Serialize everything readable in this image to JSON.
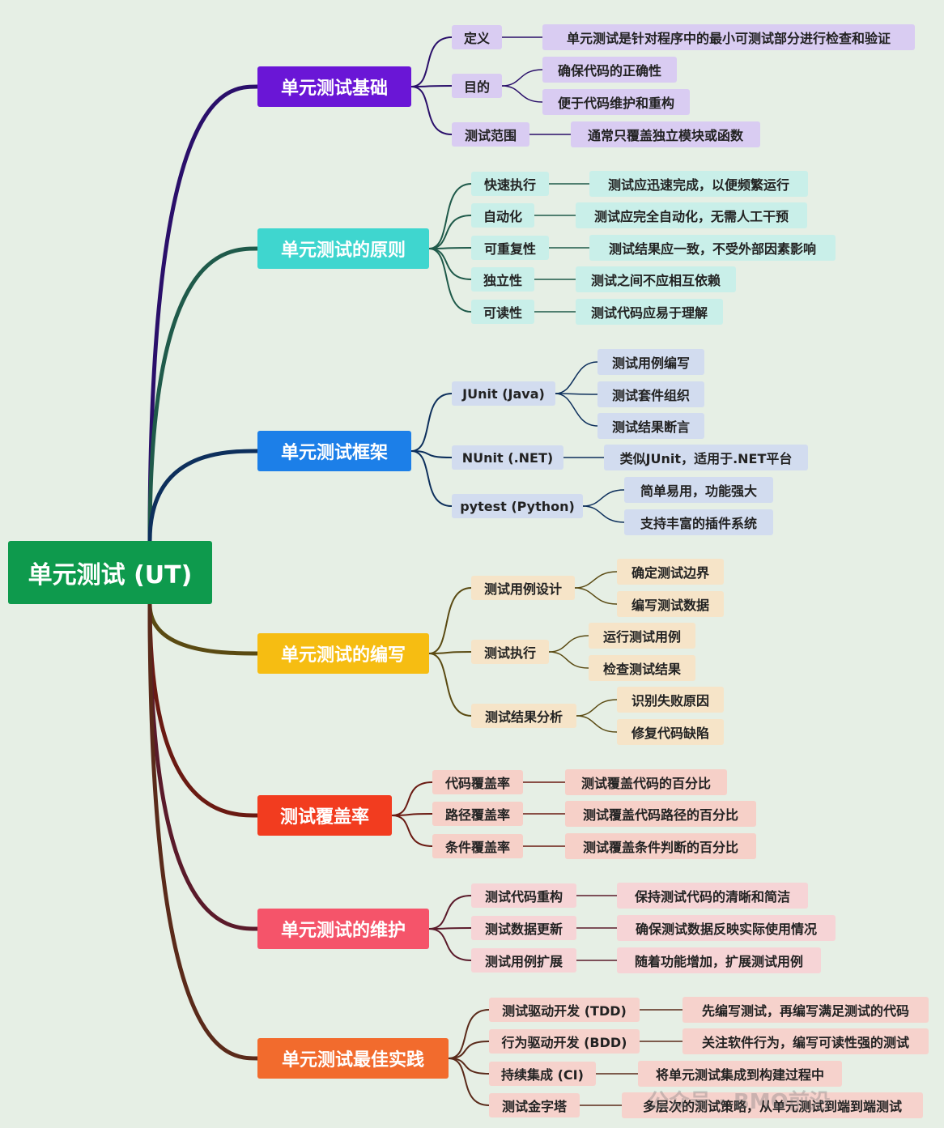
{
  "root": {
    "label": "单元测试 (UT)",
    "color": "#0e9a4d"
  },
  "branches": [
    {
      "label": "单元测试基础",
      "color": "#6a16d6",
      "line": "#2a0f6a",
      "tint": "#d9ccf2",
      "children": [
        {
          "label": "定义",
          "leaves": [
            "单元测试是针对程序中的最小可测试部分进行检查和验证"
          ]
        },
        {
          "label": "目的",
          "leaves": [
            "确保代码的正确性",
            "便于代码维护和重构"
          ]
        },
        {
          "label": "测试范围",
          "leaves": [
            "通常只覆盖独立模块或函数"
          ]
        }
      ]
    },
    {
      "label": "单元测试的原则",
      "color": "#3fd6cf",
      "line": "#1f5a4a",
      "tint": "#c9efe9",
      "children": [
        {
          "label": "快速执行",
          "leaves": [
            "测试应迅速完成，以便频繁运行"
          ]
        },
        {
          "label": "自动化",
          "leaves": [
            "测试应完全自动化，无需人工干预"
          ]
        },
        {
          "label": "可重复性",
          "leaves": [
            "测试结果应一致，不受外部因素影响"
          ]
        },
        {
          "label": "独立性",
          "leaves": [
            "测试之间不应相互依赖"
          ]
        },
        {
          "label": "可读性",
          "leaves": [
            "测试代码应易于理解"
          ]
        }
      ]
    },
    {
      "label": "单元测试框架",
      "color": "#1c7fe8",
      "line": "#0d2f5c",
      "tint": "#d2dcef",
      "children": [
        {
          "label": "JUnit (Java)",
          "leaves": [
            "测试用例编写",
            "测试套件组织",
            "测试结果断言"
          ]
        },
        {
          "label": "NUnit (.NET)",
          "leaves": [
            "类似JUnit，适用于.NET平台"
          ]
        },
        {
          "label": "pytest (Python)",
          "leaves": [
            "简单易用，功能强大",
            "支持丰富的插件系统"
          ]
        }
      ]
    },
    {
      "label": "单元测试的编写",
      "color": "#f6bd12",
      "line": "#5a4a12",
      "tint": "#f6e4c8",
      "children": [
        {
          "label": "测试用例设计",
          "leaves": [
            "确定测试边界",
            "编写测试数据"
          ]
        },
        {
          "label": "测试执行",
          "leaves": [
            "运行测试用例",
            "检查测试结果"
          ]
        },
        {
          "label": "测试结果分析",
          "leaves": [
            "识别失败原因",
            "修复代码缺陷"
          ]
        }
      ]
    },
    {
      "label": "测试覆盖率",
      "color": "#f23c1f",
      "line": "#6a1a12",
      "tint": "#f6d0c8",
      "children": [
        {
          "label": "代码覆盖率",
          "leaves": [
            "测试覆盖代码的百分比"
          ]
        },
        {
          "label": "路径覆盖率",
          "leaves": [
            "测试覆盖代码路径的百分比"
          ]
        },
        {
          "label": "条件覆盖率",
          "leaves": [
            "测试覆盖条件判断的百分比"
          ]
        }
      ]
    },
    {
      "label": "单元测试的维护",
      "color": "#f5546a",
      "line": "#5a1a2a",
      "tint": "#f6d4d6",
      "children": [
        {
          "label": "测试代码重构",
          "leaves": [
            "保持测试代码的清晰和简洁"
          ]
        },
        {
          "label": "测试数据更新",
          "leaves": [
            "确保测试数据反映实际使用情况"
          ]
        },
        {
          "label": "测试用例扩展",
          "leaves": [
            "随着功能增加，扩展测试用例"
          ]
        }
      ]
    },
    {
      "label": "单元测试最佳实践",
      "color": "#f26b2d",
      "line": "#5a2a1a",
      "tint": "#f6d2cc",
      "children": [
        {
          "label": "测试驱动开发 (TDD)",
          "leaves": [
            "先编写测试，再编写满足测试的代码"
          ]
        },
        {
          "label": "行为驱动开发 (BDD)",
          "leaves": [
            "关注软件行为，编写可读性强的测试"
          ]
        },
        {
          "label": "持续集成 (CI)",
          "leaves": [
            "将单元测试集成到构建过程中"
          ]
        },
        {
          "label": "测试金字塔",
          "leaves": [
            "多层次的测试策略，从单元测试到端到端测试"
          ]
        }
      ]
    }
  ],
  "watermark": "公众号 · BMO前沿"
}
